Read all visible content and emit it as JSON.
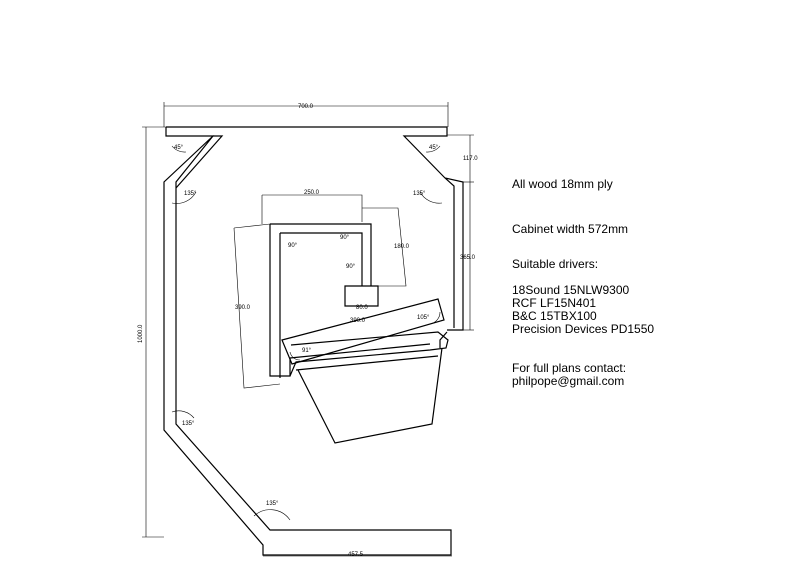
{
  "dimensions": {
    "top_width": "700.0",
    "bottom_width": "457.5",
    "height": "1000.0",
    "top_right_drop": "117.0",
    "right_side": "365.0",
    "inner_top": "250.0",
    "inner_right": "180.0",
    "inner_left": "390.0",
    "inner_bottom": "390.0",
    "port": "80.0"
  },
  "angles": {
    "top_left_45": "45°",
    "top_right_45": "45°",
    "upper_left_135": "135°",
    "upper_right_135": "135°",
    "lower_left_135": "135°",
    "bottom_135": "135°",
    "inner_90_a": "90°",
    "inner_90_b": "90°",
    "inner_90_c": "90°",
    "baffle_105": "105°",
    "baffle_91": "91°"
  },
  "notes": {
    "material": "All wood 18mm ply",
    "width": "Cabinet width 572mm",
    "drivers_heading": "Suitable drivers:",
    "drivers": [
      "18Sound 15NLW9300",
      "RCF LF15N401",
      "B&C 15TBX100",
      "Precision Devices PD1550"
    ],
    "contact_heading": "For full plans contact:",
    "contact_email": "philpope@gmail.com"
  }
}
